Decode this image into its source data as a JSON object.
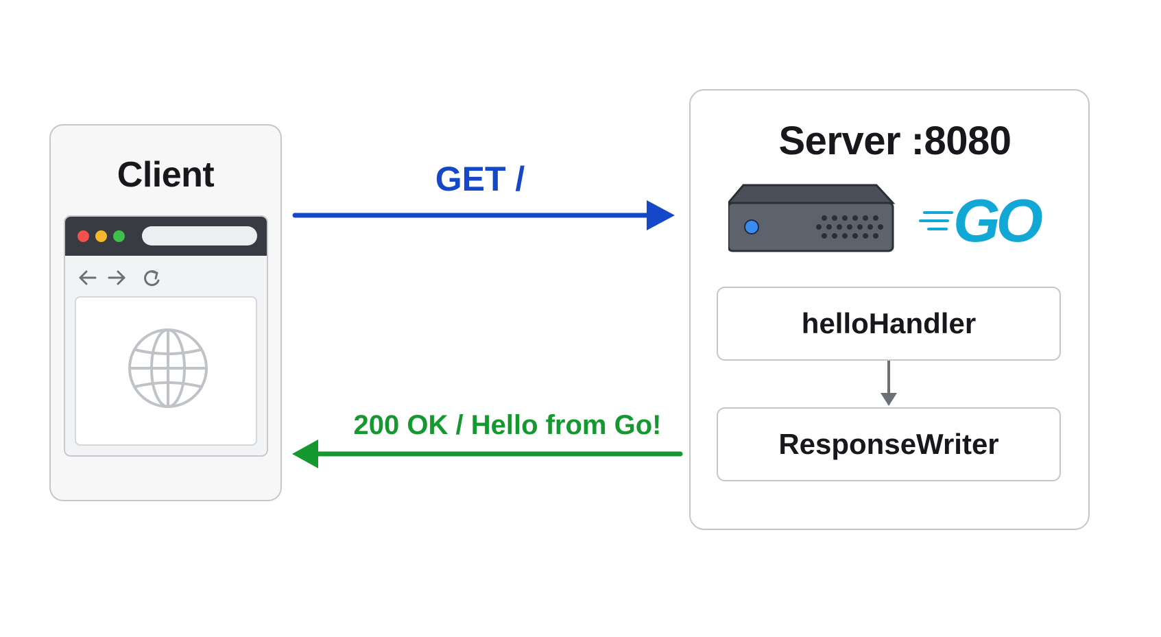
{
  "client": {
    "title": "Client"
  },
  "server": {
    "title": "Server :8080",
    "handler_label": "helloHandler",
    "writer_label": "ResponseWriter",
    "logo_text": "GO"
  },
  "request": {
    "label": "GET /"
  },
  "response": {
    "label": "200 OK / Hello from Go!"
  },
  "icons": {
    "back": "arrow-left-icon",
    "forward": "arrow-right-icon",
    "reload": "reload-icon",
    "globe": "globe-icon",
    "server": "server-rack-icon",
    "go_logo": "go-logo"
  },
  "colors": {
    "request_arrow": "#1547c9",
    "response_arrow": "#14982f",
    "go_blue": "#12a8d6",
    "server_body": "#5d636d",
    "close_dot": "#f0524d",
    "minimize_dot": "#f5b82c",
    "maximize_dot": "#3fbf4c"
  }
}
